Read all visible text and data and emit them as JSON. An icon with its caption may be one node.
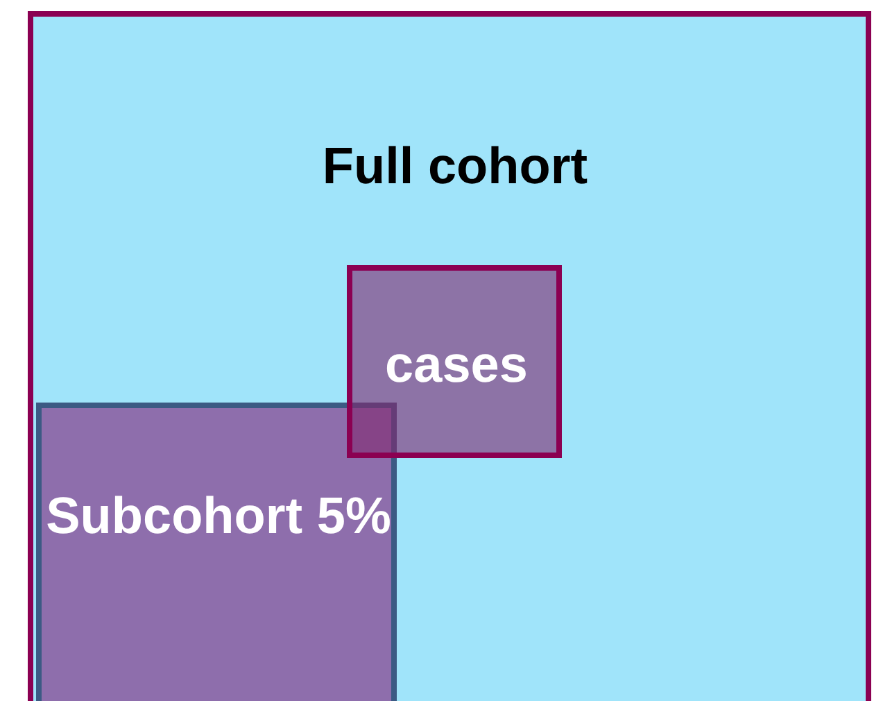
{
  "diagram": {
    "nodes": [
      {
        "text": [
          "Full cohort"
        ]
      },
      {
        "text": [
          "cases"
        ],
        "in": 0
      },
      {
        "text": [
          "Subcohort 5%"
        ],
        "in": 0
      }
    ]
  }
}
